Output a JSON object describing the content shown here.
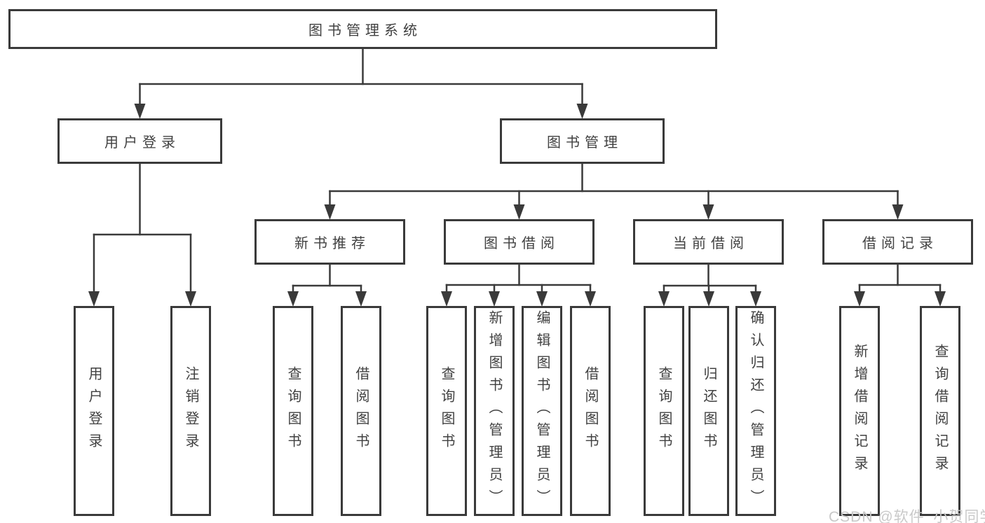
{
  "diagram": {
    "root": "图书管理系统",
    "level2": {
      "user_login": "用户登录",
      "book_management": "图书管理"
    },
    "level3": {
      "new_book_recommend": "新书推荐",
      "book_borrow": "图书借阅",
      "current_borrow": "当前借阅",
      "borrow_record": "借阅记录"
    },
    "leaves": {
      "user_login": [
        "用户登录",
        "注销登录"
      ],
      "new_book_recommend": [
        "查询图书",
        "借阅图书"
      ],
      "book_borrow": [
        "查询图书",
        "新增图书（管理员）",
        "编辑图书（管理员）",
        "借阅图书"
      ],
      "current_borrow": [
        "查询图书",
        "归还图书",
        "确认归还（管理员）"
      ],
      "borrow_record": [
        "新增借阅记录",
        "查询借阅记录"
      ]
    }
  },
  "watermark": {
    "text": "CSDN @软件_小贺同学"
  },
  "colors": {
    "line": "#3a3a3a",
    "node_text": "#414141",
    "watermark": "#c9c9c9",
    "background": "#ffffff"
  }
}
